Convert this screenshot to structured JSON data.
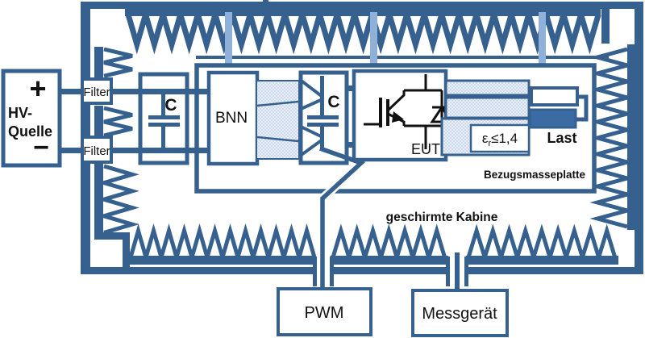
{
  "colors": {
    "line_blue": "#36618f",
    "strap_blue": "#8fb1d9",
    "hatch_bg": "#e9eff8",
    "hatch_dot": "#a3badb",
    "load_fill": "#3a6ba3",
    "text": "#111111",
    "background": "#ffffff"
  },
  "source": {
    "plus": "+",
    "minus": "−",
    "name_line1": "HV-",
    "name_line2": "Quelle"
  },
  "filters": {
    "top": "Filter",
    "bottom": "Filter"
  },
  "capacitors": {
    "left": "C",
    "right": "C"
  },
  "bnn_label": "BNN",
  "eut_label": "EUT",
  "insulation": {
    "symbol": "ε",
    "subscript": "r",
    "value": "≤1,4"
  },
  "load_label": "Last",
  "ground_plane_label": "Bezugsmasseplatte",
  "cabin_label": "geschirmte Kabine",
  "pwm_label": "PWM",
  "meter_label": "Messgerät"
}
